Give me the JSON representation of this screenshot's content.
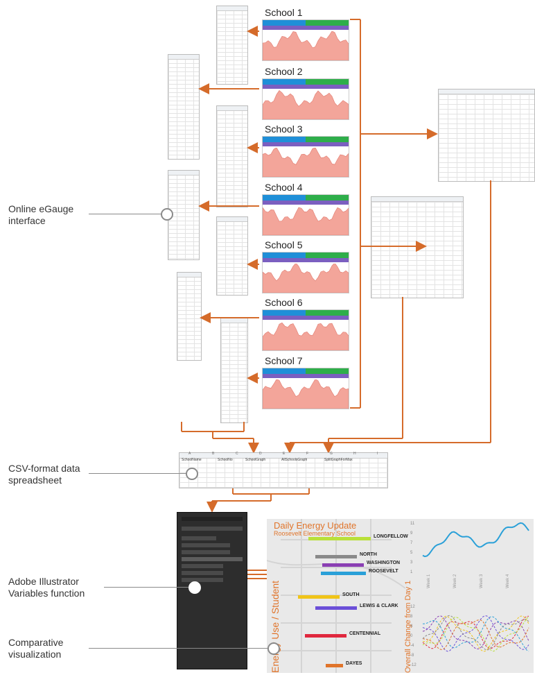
{
  "schools": [
    {
      "name": "School 1"
    },
    {
      "name": "School 2"
    },
    {
      "name": "School 3"
    },
    {
      "name": "School 4"
    },
    {
      "name": "School 5"
    },
    {
      "name": "School 6"
    },
    {
      "name": "School 7"
    }
  ],
  "stage_labels": {
    "egauge": "Online eGauge\ninterface",
    "csv": "CSV-format data\nspreadsheet",
    "illustrator": "Adobe Illustrator\nVariables function",
    "comparative": "Comparative\nvisualization"
  },
  "csv_headers": [
    "A",
    "B",
    "C",
    "D",
    "E",
    "F",
    "G",
    "H",
    "I"
  ],
  "csv_top_row": [
    "SchoolName",
    "SchoolNo",
    "SchoolGraph",
    "AllSchoolsGraph",
    "SplitGraphForMax"
  ],
  "viz": {
    "title_line1": "Daily Energy Update",
    "title_line2": "Roosevelt Elementary School",
    "left_axis": "Energy Use / Student",
    "right_axis": "Overall Change from Day 1",
    "schools": [
      "LONGFELLOW",
      "NORTH",
      "WASHINGTON",
      "ROOSEVELT",
      "SOUTH",
      "LEWIS & CLARK",
      "CENTENNIAL",
      "DAYES"
    ],
    "top_chart_y_ticks": [
      "11",
      "9",
      "7",
      "5",
      "3",
      "1"
    ],
    "bottom_chart_y_ticks": [
      "12",
      "8",
      "4",
      "0",
      "-4",
      "-8",
      "-12"
    ],
    "week_ticks": [
      "Week 1",
      "Week 2",
      "Week 3",
      "Week 4"
    ]
  },
  "colors": {
    "flow_arrow": "#d56b2a",
    "egauge_blue": "#1f8fd8",
    "egauge_green": "#2eae4a",
    "egauge_area": "#f3a59a",
    "viz_title": "#e0742a",
    "line_blue": "#2aa0d8"
  }
}
